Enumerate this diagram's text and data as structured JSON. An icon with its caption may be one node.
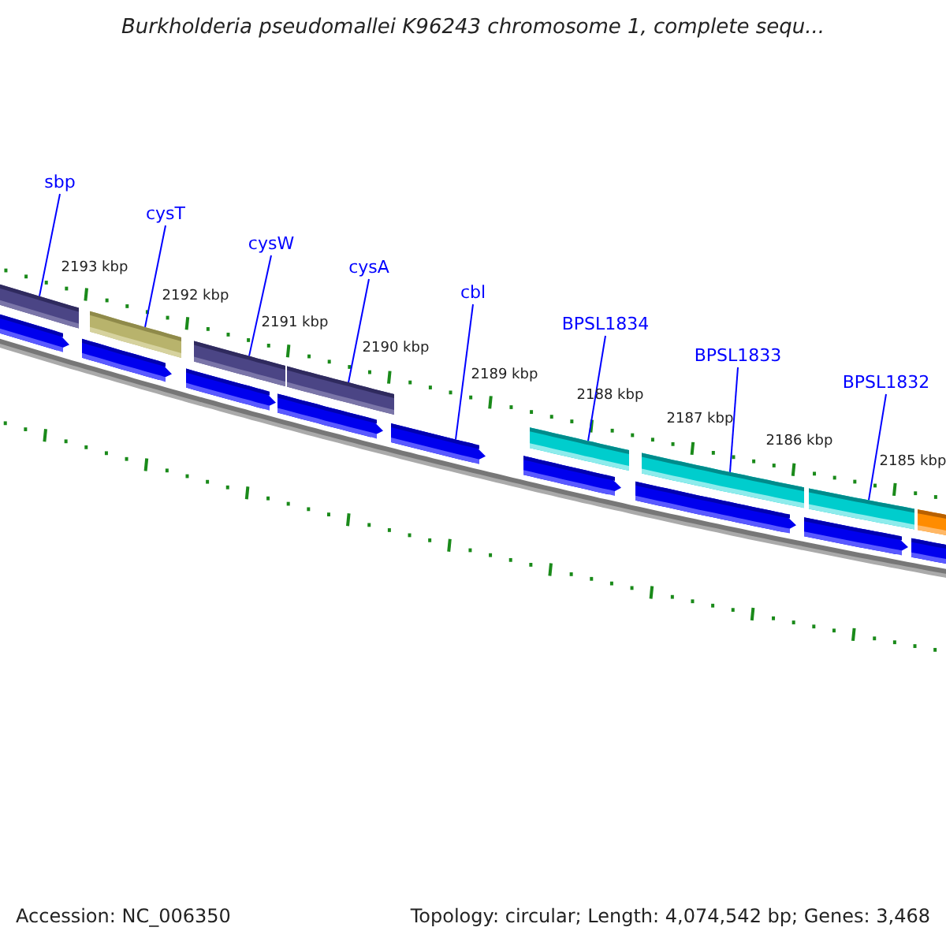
{
  "diagram": {
    "title": "Burkholderia pseudomallei K96243 chromosome 1, complete sequ...",
    "nodes": [
      {
        "text": [
          "sbp"
        ]
      },
      {
        "text": [
          "cysT"
        ]
      },
      {
        "text": [
          "cysW"
        ]
      },
      {
        "text": [
          "cysA"
        ]
      },
      {
        "text": [
          "cbl"
        ]
      },
      {
        "text": [
          "BPSL1834"
        ]
      },
      {
        "text": [
          "BPSL1833"
        ]
      },
      {
        "text": [
          "BPSL1832"
        ]
      },
      {
        "text": [],
        "shape": "bar"
      },
      {
        "text": [],
        "shape": "bar"
      },
      {
        "text": [],
        "shape": "bar"
      },
      {
        "text": [],
        "shape": "bar"
      },
      {
        "text": [],
        "shape": "bar"
      },
      {
        "text": [],
        "shape": "bar"
      },
      {
        "text": [],
        "shape": "bar"
      },
      {
        "text": [],
        "shape": "bar"
      }
    ],
    "edges": [
      {
        "from": 0,
        "to": 8,
        "arrow": "none"
      },
      {
        "from": 1,
        "to": 9,
        "arrow": "none"
      },
      {
        "from": 2,
        "to": 10,
        "arrow": "none"
      },
      {
        "from": 3,
        "to": 11,
        "arrow": "none"
      },
      {
        "from": 4,
        "to": 12,
        "arrow": "none"
      },
      {
        "from": 5,
        "to": 13,
        "arrow": "none"
      },
      {
        "from": 6,
        "to": 14,
        "arrow": "none"
      },
      {
        "from": 7,
        "to": 15,
        "arrow": "none"
      }
    ],
    "labels": [
      "2193 kbp",
      "2192 kbp",
      "2191 kbp",
      "2190 kbp",
      "2189 kbp",
      "2188 kbp",
      "2187 kbp",
      "2186 kbp",
      "2185 kbp",
      "Accession: NC_006350",
      "Topology: circular; Length: 4,074,542 bp; Genes: 3,468"
    ]
  }
}
